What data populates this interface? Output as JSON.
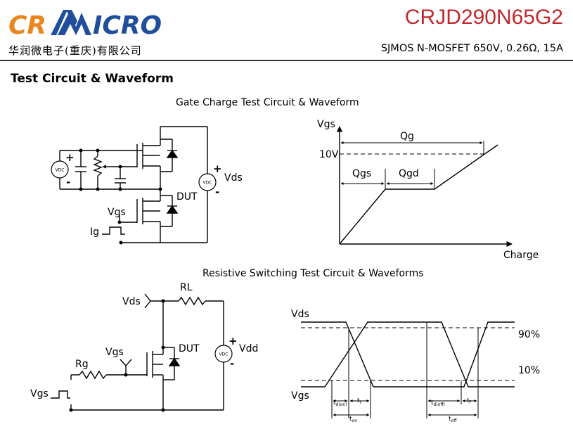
{
  "header": {
    "logo_text": "CRMICRO",
    "company_name": "华润微电子(重庆)有限公司",
    "part_number": "CRJD290N65G2",
    "subtitle": "SJMOS N-MOSFET 650V, 0.26Ω, 15A"
  },
  "section_title": "Test Circuit & Waveform",
  "gate_charge": {
    "title": "Gate Charge Test Circuit & Waveform",
    "circuit": {
      "source_label": "VDC",
      "plus": "+",
      "minus": "-",
      "vds_label": "Vds",
      "dut_label": "DUT",
      "vgs_label": "Vgs",
      "ig_label": "Ig"
    },
    "waveform": {
      "y_axis": "Vgs",
      "x_axis": "Charge",
      "level": "10V",
      "qg": "Qg",
      "qgs": "Qgs",
      "qgd": "Qgd"
    }
  },
  "switching": {
    "title": "Resistive Switching Test Circuit & Waveforms",
    "circuit": {
      "vds_label": "Vds",
      "rl_label": "RL",
      "dut_label": "DUT",
      "vgs_label": "Vgs",
      "rg_label": "Rg",
      "vdd_label": "Vdd",
      "source_label": "VDC",
      "plus": "+",
      "minus": "-",
      "vgs_in_label": "Vgs"
    },
    "waveform": {
      "vds_label": "Vds",
      "vgs_label": "Vgs",
      "level_high": "90%",
      "level_low": "10%",
      "td_on": "t",
      "td_on_sub": "d(on)",
      "tr": "t",
      "tr_sub": "r",
      "ton": "t",
      "ton_sub": "on",
      "td_off": "t",
      "td_off_sub": "d(off)",
      "tf": "t",
      "tf_sub": "f",
      "toff": "t",
      "toff_sub": "off"
    }
  }
}
